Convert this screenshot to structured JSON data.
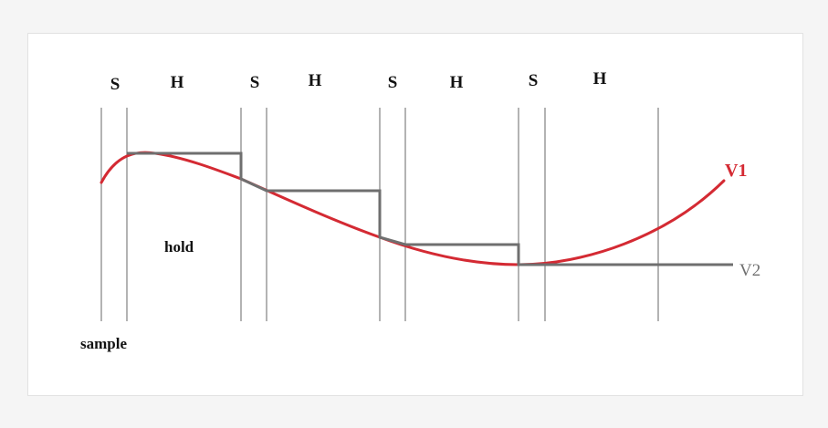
{
  "phases": [
    "S",
    "H",
    "S",
    "H",
    "S",
    "H",
    "S",
    "H"
  ],
  "annotations": {
    "hold": "hold",
    "sample": "sample"
  },
  "signals": {
    "v1": {
      "label": "V1",
      "color": "#d42a33"
    },
    "v2": {
      "label": "V2",
      "color": "#707070"
    }
  },
  "colors": {
    "grid_line": "#8a8a8a",
    "step_line": "#6f6f6f"
  }
}
